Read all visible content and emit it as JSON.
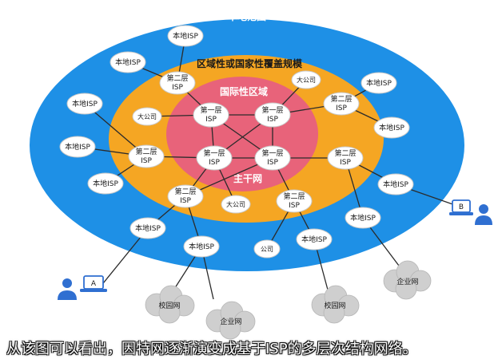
{
  "regions": {
    "local_scope": "本地范围",
    "regional_national_scale": "区域性或国家性覆盖规模",
    "international_region": "国际性区域",
    "backbone": "主干网"
  },
  "node_labels": {
    "tier1_line1": "第一层",
    "tier1_line2": "ISP",
    "tier2_line1": "第二层",
    "tier2_line2": "ISP",
    "local_isp": "本地ISP",
    "big_company": "大公司",
    "company": "公司",
    "campus_network": "校园网",
    "enterprise_network": "企业网"
  },
  "hosts": {
    "host_a": "A",
    "host_b": "B"
  },
  "caption": "从该图可以看出，因特网逐渐演变成基于ISP的多层次结构网络。",
  "colors": {
    "outer_ring": "#1e90e6",
    "middle_ring": "#f5a623",
    "inner_core": "#e8637a",
    "node_fill": "#ffffff",
    "cloud_fill": "#cfcfcf",
    "host_blue": "#2f6fd1",
    "link": "#2b2b2b"
  }
}
